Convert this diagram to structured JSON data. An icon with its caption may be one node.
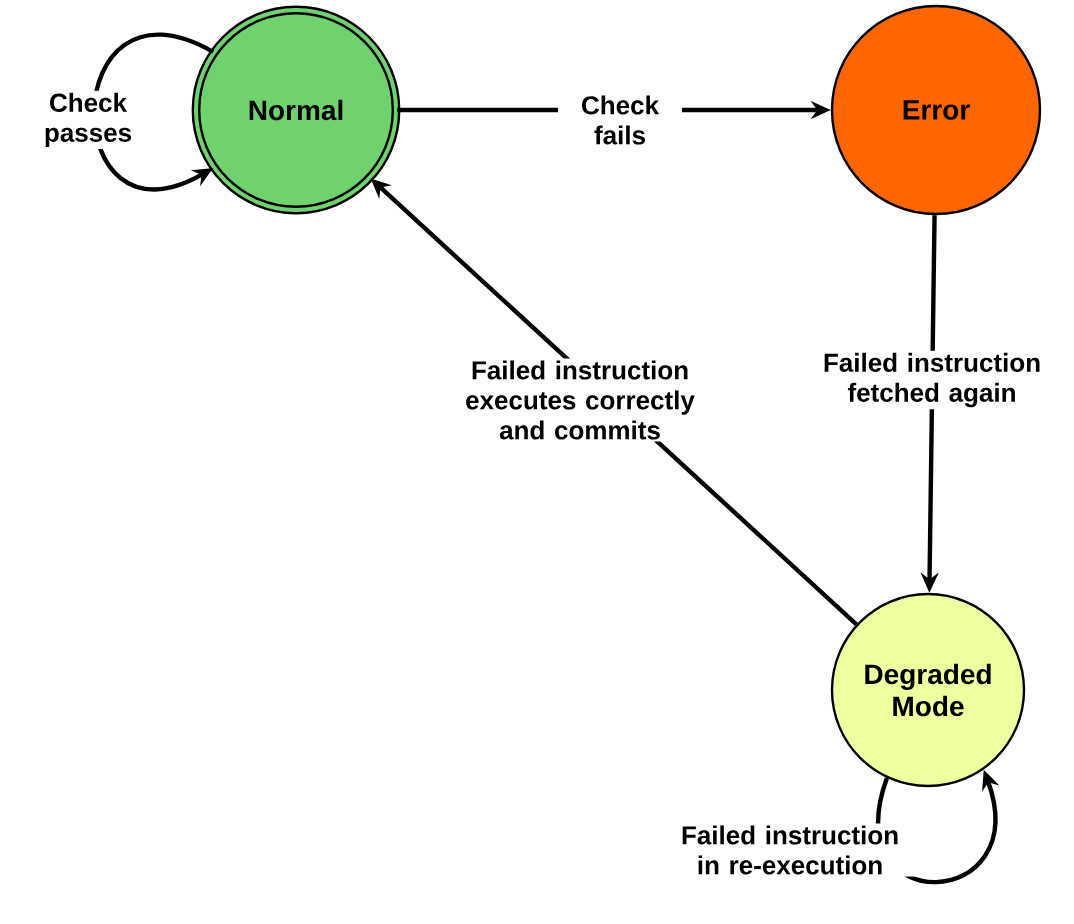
{
  "diagram": {
    "nodes": [
      {
        "text": [
          "Normal"
        ]
      },
      {
        "text": [
          "Error"
        ]
      },
      {
        "text": [
          "Degraded Mode"
        ]
      }
    ],
    "edges": [
      {
        "from": 0,
        "to": 0,
        "arrow": "to",
        "label": "Check passes"
      },
      {
        "from": 0,
        "to": 1,
        "arrow": "to",
        "label": "Check fails"
      },
      {
        "from": 1,
        "to": 2,
        "arrow": "to",
        "label": "Failed instruction fetched again"
      },
      {
        "from": 2,
        "to": 0,
        "arrow": "to",
        "label": "Failed instruction executes correctly and commits"
      },
      {
        "from": 2,
        "to": 2,
        "arrow": "to",
        "label": "Failed instruction in re-execution"
      }
    ]
  }
}
